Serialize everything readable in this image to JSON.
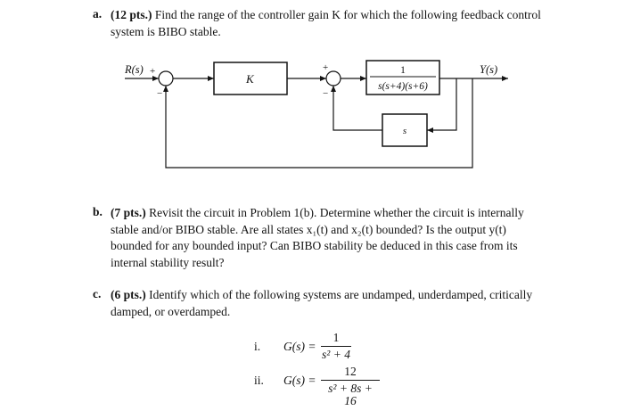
{
  "problems": {
    "a": {
      "letter": "a.",
      "points": "(12 pts.)",
      "line1": " Find the range of the controller gain K for which the following feedback control",
      "line2": "system is BIBO stable."
    },
    "b": {
      "letter": "b.",
      "points": "(7 pts.)",
      "line1": " Revisit the circuit in Problem 1(b). Determine whether the circuit is internally",
      "line2": "stable and/or BIBO stable. Are all states x₁(t) and x₂(t) bounded? Is the output y(t)",
      "line3": "bounded for any bounded input? Can BIBO stability be deduced in this case from its",
      "line4": "internal stability result?"
    },
    "c": {
      "letter": "c.",
      "points": "(6 pts.)",
      "line1": " Identify which of the following systems are undamped, underdamped, critically",
      "line2": "damped, or overdamped.",
      "equations": [
        {
          "label": "i.",
          "lhs": "G(s) =",
          "numerator": "1",
          "denominator": "s² + 4"
        },
        {
          "label": "ii.",
          "lhs": "G(s) =",
          "numerator": "12",
          "denominator": "s² + 8s + 16"
        }
      ]
    }
  },
  "diagram": {
    "input_label": "R(s)",
    "output_label": "Y(s)",
    "controller_label": "K",
    "plant_numerator": "1",
    "plant_denominator": "s(s+4)(s+6)",
    "feedback_block_label": "s",
    "sum1_plus": "+",
    "sum1_minus": "−",
    "sum2_plus": "+",
    "sum2_minus": "−"
  }
}
